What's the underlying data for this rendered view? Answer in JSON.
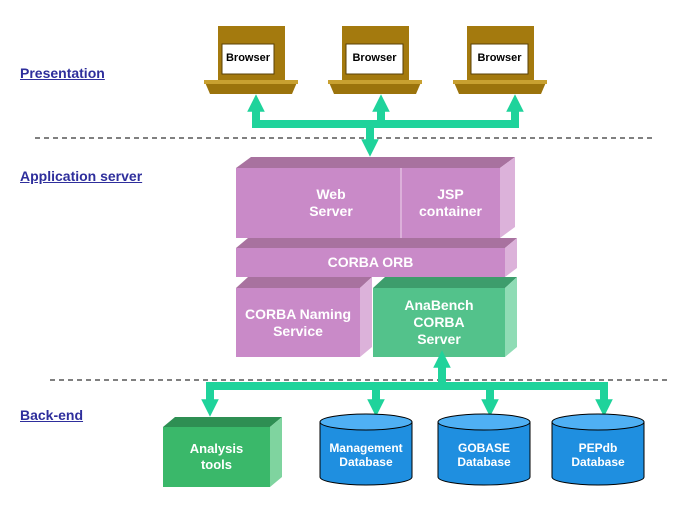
{
  "tiers": {
    "presentation": "Presentation",
    "application": "Application server",
    "backend": "Back-end"
  },
  "browsers": [
    "Browser",
    "Browser",
    "Browser"
  ],
  "app_server": {
    "web_server": "Web\nServer",
    "jsp_container": "JSP\ncontainer",
    "corba_orb": "CORBA ORB",
    "naming_service": "CORBA Naming\nService",
    "anabench_server": "AnaBench\nCORBA\nServer"
  },
  "backend": {
    "analysis_tools": "Analysis\ntools",
    "databases": [
      "Management\nDatabase",
      "GOBASE\nDatabase",
      "PEPdb\nDatabase"
    ]
  },
  "colors": {
    "tier_label": "#2e2e9c",
    "connector": "#1fd39b",
    "server_block": "#c98ac8",
    "anabench_block": "#53c28b",
    "analysis_block": "#3ab86a",
    "database": "#1f8fe0",
    "monitor": "#a07a10"
  },
  "icons": {
    "browser": "computer-monitor-icon",
    "database": "database-cylinder-icon"
  }
}
